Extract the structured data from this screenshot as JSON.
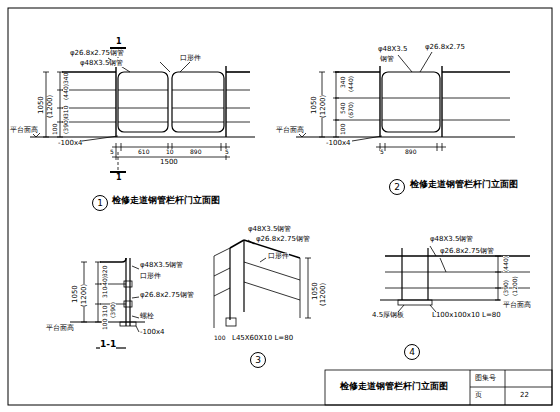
{
  "diagram": {
    "nodes": [
      {
        "text": [
          "1"
        ]
      },
      {
        "text": [
          "2"
        ]
      },
      {
        "text": [
          "3"
        ]
      },
      {
        "text": [
          "4"
        ]
      }
    ],
    "edges": [],
    "labels": [
      "1",
      "1",
      "φ26.8x2.75钢管",
      "φ48X3.5钢管",
      "口形件",
      "1050",
      "(1200)",
      "340",
      "(440)",
      "310",
      "310",
      "(390)",
      "100",
      "平台面高",
      "-100x4",
      "5",
      "610",
      "10",
      "890",
      "5",
      "1500",
      "检修走道钢管栏杆门立面图",
      "φ48X3.5",
      "钢管",
      "φ26.8x2.75",
      "1050",
      "(1200)",
      "340",
      "(440)",
      "540",
      "(670)",
      "100",
      "平台面高",
      "-100x4",
      "5",
      "890",
      "检修走道钢管栏杆门立面图",
      "φ48X3.5钢管",
      "口形件",
      "φ26.8x2.75钢管",
      "螺栓",
      "-100x4",
      "1050",
      "(1200)",
      "320",
      "(440)",
      "310",
      "310",
      "(390)",
      "100",
      "平台面高",
      "1-1",
      "φ48X3.5钢管",
      "φ26.8x2.75钢管",
      "口形件",
      "1050",
      "(1200)",
      "100",
      "L45X60X10 L=80",
      "φ48X3.5钢管",
      "φ26.8x2.75钢管",
      "(440)",
      "(390)",
      "(1200)",
      "平台面高",
      "4.5厚钢板",
      "L100x100x10 L=80",
      "检修走道钢管栏杆门立面图",
      "图集号",
      "页",
      "22"
    ]
  }
}
